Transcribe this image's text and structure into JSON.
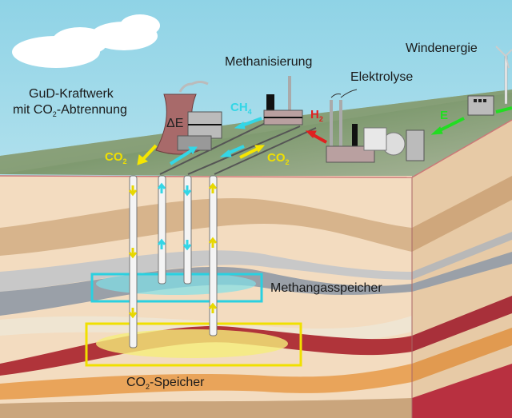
{
  "labels": {
    "gud_line1": "GuD-Kraftwerk",
    "gud_line2_pre": "mit CO",
    "gud_line2_sub": "2",
    "gud_line2_post": "-Abtrennung",
    "methanisierung": "Methanisierung",
    "elektrolyse": "Elektrolyse",
    "windenergie": "Windenergie",
    "methangasspeicher": "Methangasspeicher",
    "co2_speicher_pre": "CO",
    "co2_speicher_sub": "2",
    "co2_speicher_post": "-Speicher",
    "delta_e": "ΔE"
  },
  "flows": {
    "co2_left": {
      "text": "CO",
      "sub": "2"
    },
    "co2_right": {
      "text": "CO",
      "sub": "2"
    },
    "ch4": {
      "text": "CH",
      "sub": "4"
    },
    "h2": {
      "text": "H",
      "sub": "2"
    },
    "e": {
      "text": "E"
    }
  },
  "colors": {
    "sky": "#bfe6ef",
    "co2": "#f5e600",
    "ch4": "#33d6e6",
    "h2": "#e02020",
    "e": "#22dd22",
    "co2_reservoir_box": "#f0e000",
    "methane_reservoir_box": "#2ad0e0",
    "cooling_tower": "#a86a6a"
  }
}
